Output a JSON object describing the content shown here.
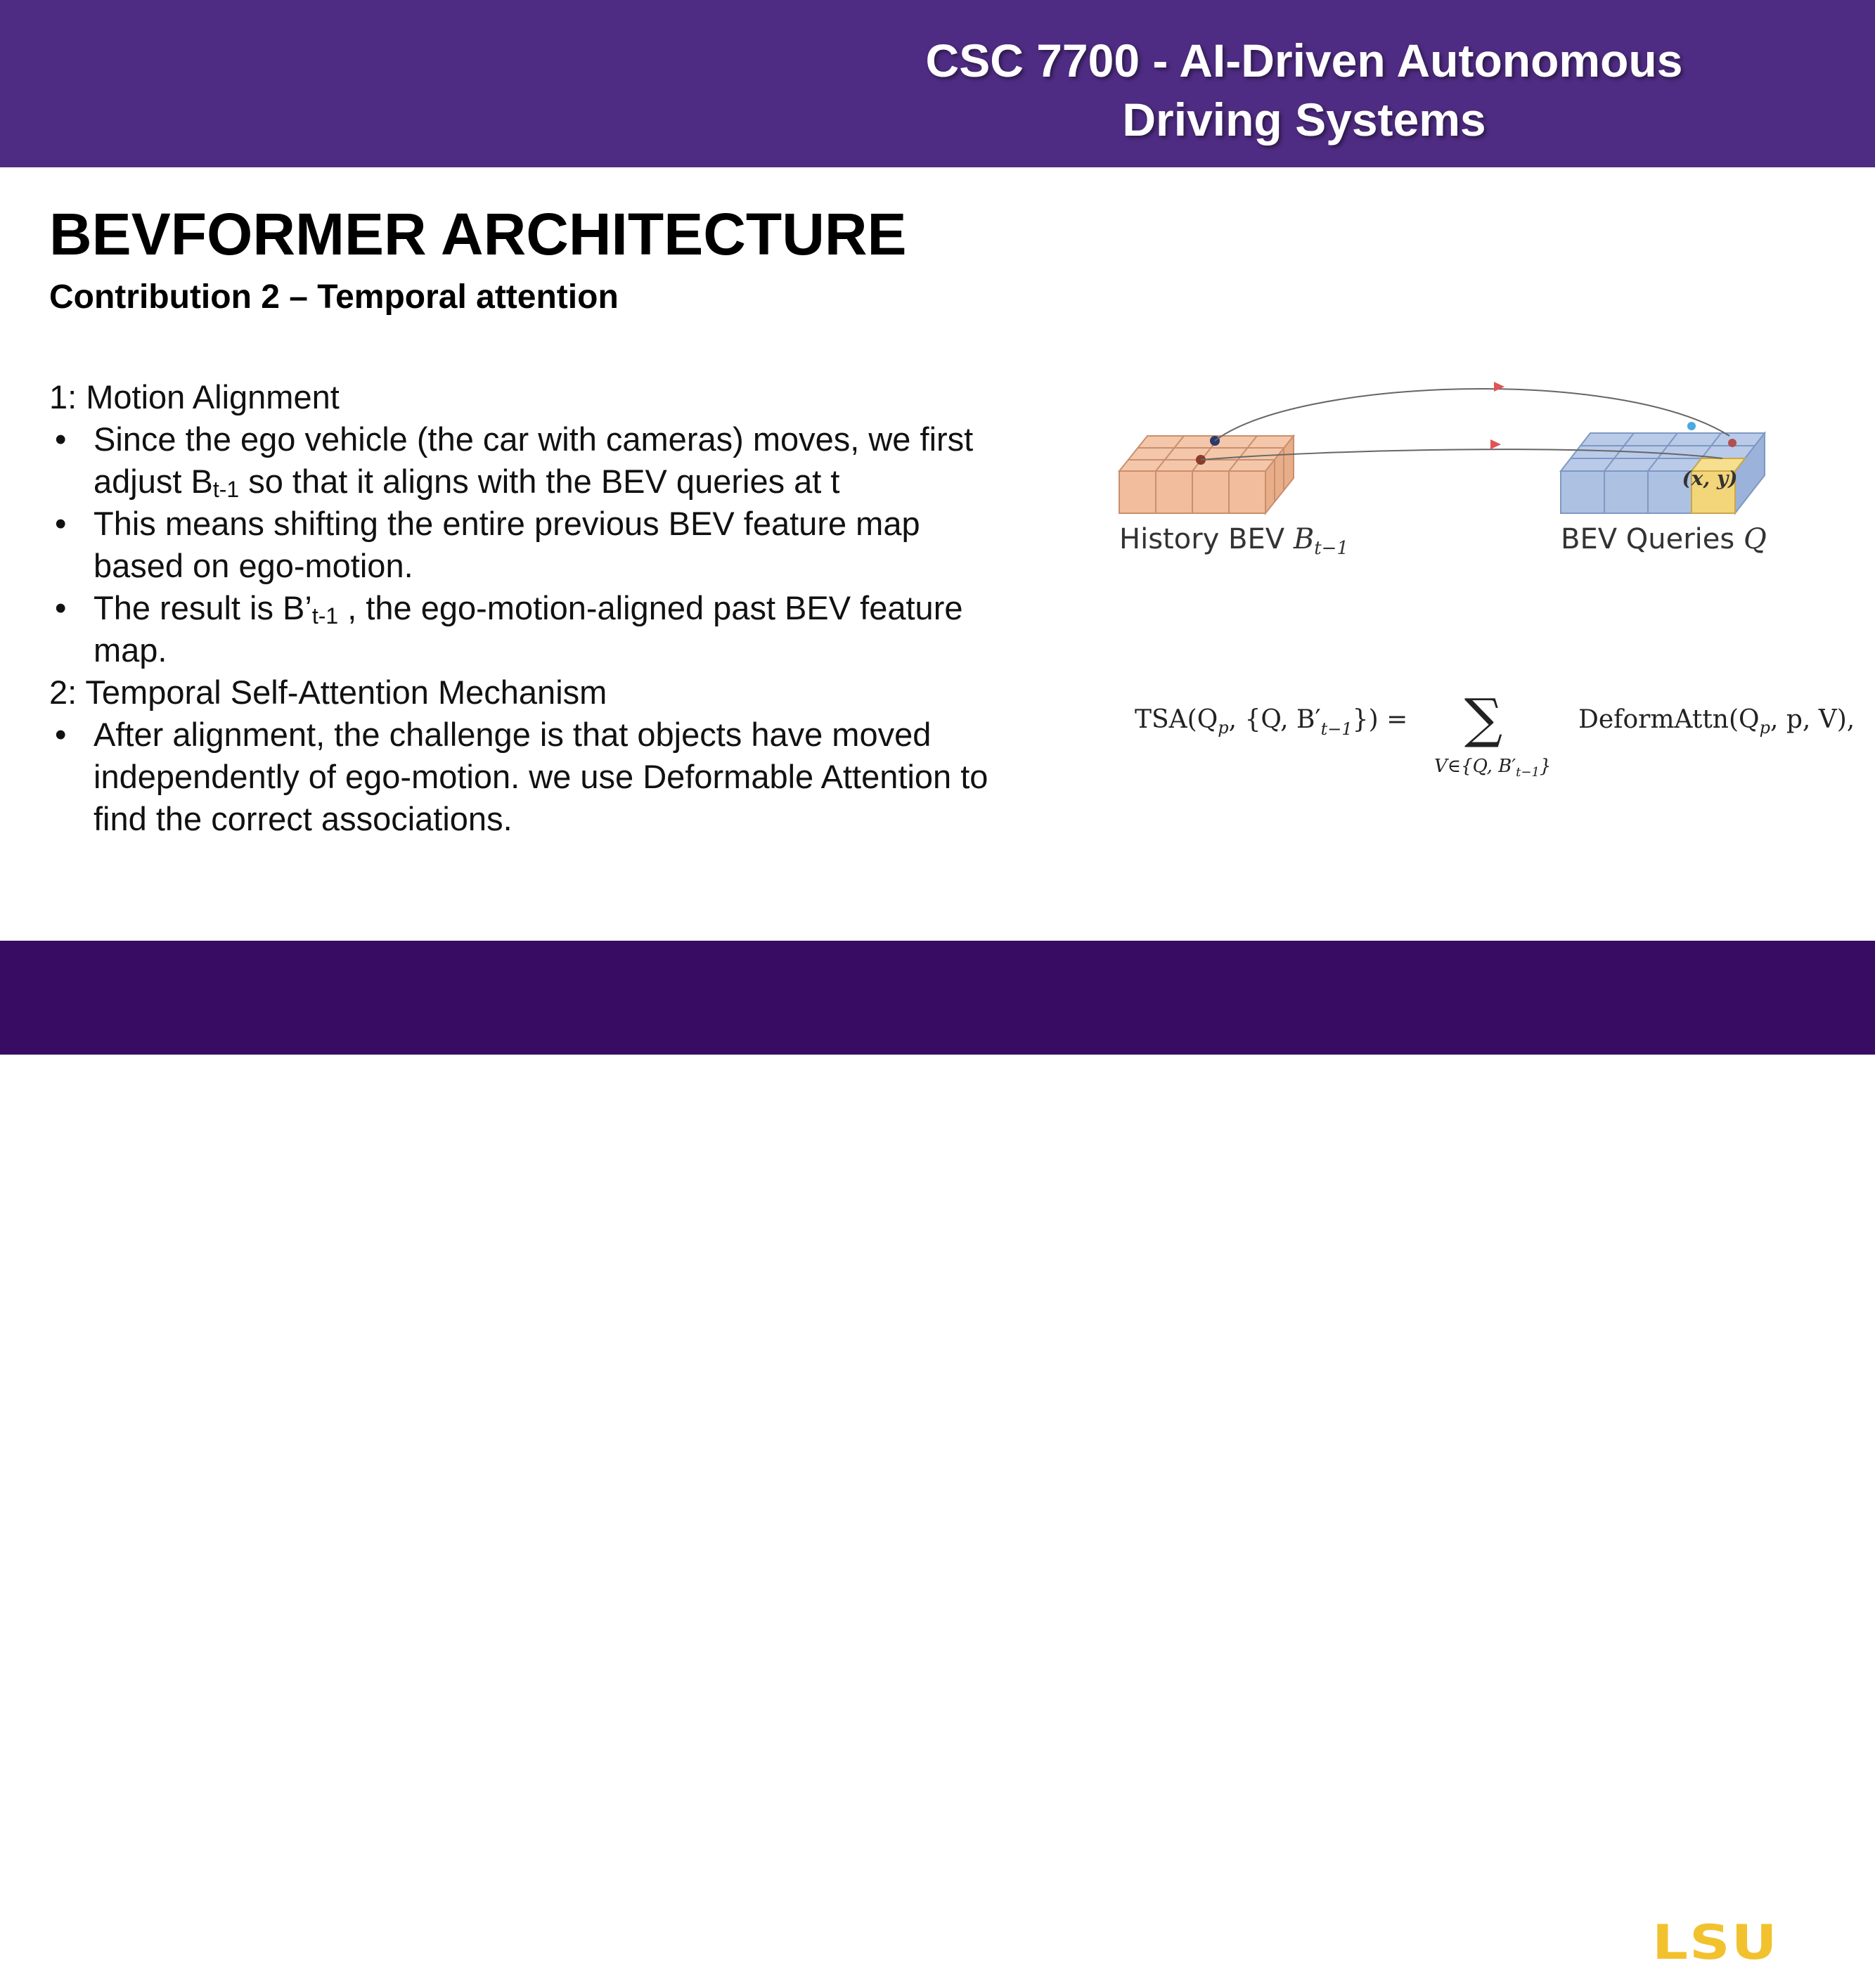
{
  "header": {
    "course_title_line1": "CSC 7700 - AI-Driven Autonomous",
    "course_title_line2": "Driving Systems"
  },
  "slide": {
    "title": "BEVFORMER ARCHITECTURE",
    "subtitle": "Contribution 2 – Temporal attention"
  },
  "content": {
    "section1": {
      "heading": "1: Motion Alignment",
      "bullets": [
        {
          "line1": "Since the ego vehicle (the car with cameras) moves, we first",
          "line2_pre": "adjust B",
          "line2_sub": "t-1",
          "line2_post": " so that it aligns with the BEV queries at t"
        },
        {
          "line1": "This means shifting the entire previous BEV feature map",
          "line2": "based on ego-motion."
        },
        {
          "line1_pre": "The result is B’",
          "line1_sub": "t-1",
          "line1_post": " , the ego-motion-aligned past BEV feature",
          "line2": "map."
        }
      ]
    },
    "section2": {
      "heading": "2: Temporal Self-Attention Mechanism",
      "bullets": [
        {
          "line1": "After alignment, the challenge is that objects have moved",
          "line2": "independently of ego-motion. we use Deformable Attention to",
          "line3": "find the correct associations."
        }
      ]
    },
    "bullet_glyph": "•"
  },
  "diagram": {
    "history_label": "History BEV",
    "history_symbol": "B",
    "history_subscript": "t−1",
    "queries_label": "BEV Queries",
    "queries_symbol": "Q",
    "query_point": "(x, y)",
    "colors": {
      "history_fill": "#f4c7aa",
      "history_stroke": "#c98f6e",
      "queries_fill": "#b9cbe8",
      "queries_stroke": "#7f98c2",
      "query_cell": "#f6df8e",
      "arrow": "#e05555"
    }
  },
  "formula": {
    "lhs": "TSA(Q",
    "lhs_sub": "p",
    "lhs_rest": ", {Q, B′",
    "lhs_rest_sub": "t−1",
    "lhs_close": "}) =",
    "sum_symbol": "∑",
    "sum_under": "V∈{Q, B′",
    "sum_under_sub": "t−1",
    "sum_under_close": "}",
    "rhs": "DeformAttn(Q",
    "rhs_sub": "p",
    "rhs_rest": ", p, V),"
  },
  "footer": {
    "logo_text": "LSU",
    "logo_color": "#f2c12e"
  }
}
